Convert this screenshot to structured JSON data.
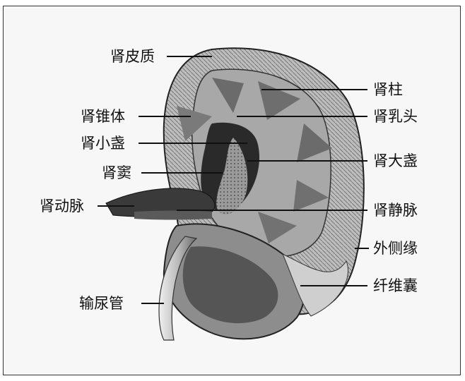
{
  "diagram": {
    "left_labels": [
      {
        "id": "renal-cortex",
        "text": "肾皮质"
      },
      {
        "id": "renal-pyramid",
        "text": "肾锥体"
      },
      {
        "id": "minor-calyx",
        "text": "肾小盏"
      },
      {
        "id": "renal-sinus",
        "text": "肾窦"
      },
      {
        "id": "renal-artery",
        "text": "肾动脉"
      },
      {
        "id": "ureter",
        "text": "输尿管"
      }
    ],
    "right_labels": [
      {
        "id": "renal-column",
        "text": "肾柱"
      },
      {
        "id": "renal-papilla",
        "text": "肾乳头"
      },
      {
        "id": "major-calyx",
        "text": "肾大盏"
      },
      {
        "id": "renal-vein",
        "text": "肾静脉"
      },
      {
        "id": "lateral-border",
        "text": "外侧缘"
      },
      {
        "id": "fibrous-capsule",
        "text": "纤维囊"
      }
    ]
  },
  "colors": {
    "line": "#111111",
    "tissue_dark": "#3a3a3a",
    "tissue_mid": "#8a8a8a",
    "tissue_light": "#cfcfcf"
  }
}
